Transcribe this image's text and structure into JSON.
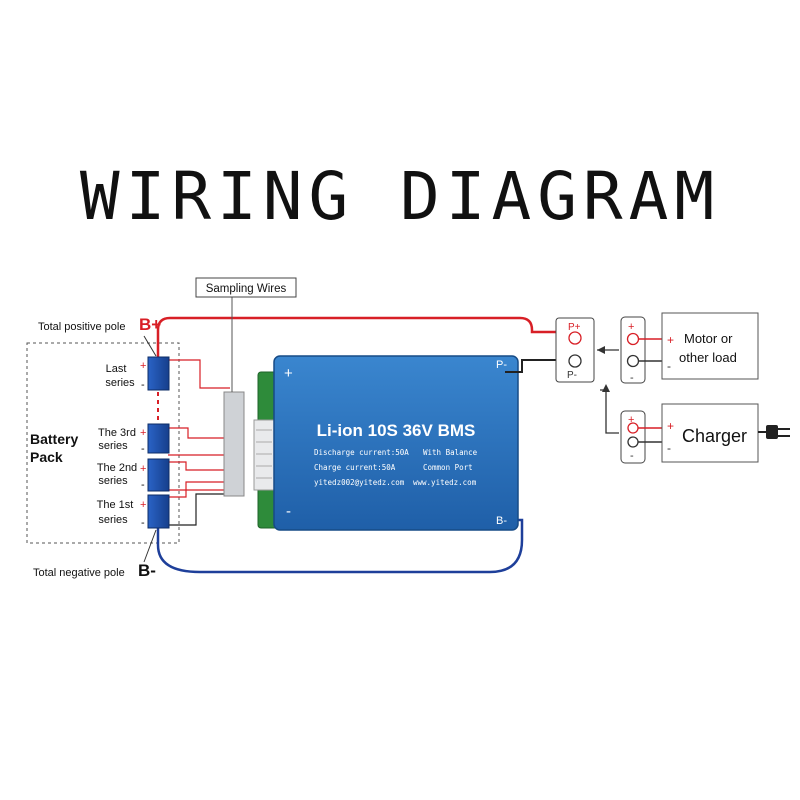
{
  "title": "WIRING DIAGRAM",
  "sampling_label": "Sampling Wires",
  "battery": {
    "pack_label_1": "Battery",
    "pack_label_2": "Pack",
    "total_positive": "Total positive pole",
    "total_negative": "Total negative pole",
    "b_plus": "B+",
    "b_minus": "B-",
    "cells": [
      {
        "line1": "Last",
        "line2": "series"
      },
      {
        "line1": "The 3rd",
        "line2": "series"
      },
      {
        "line1": "The 2nd",
        "line2": "series"
      },
      {
        "line1": "The 1st",
        "line2": "series"
      }
    ],
    "plus_sign": "+",
    "minus_sign": "-"
  },
  "bms": {
    "title": "Li-ion 10S 36V BMS",
    "spec_left_1": "Discharge current:50A",
    "spec_left_2": "Charge current:50A",
    "spec_left_3": "yitedz002@yitedz.com",
    "spec_right_1": "With Balance",
    "spec_right_2": "Common Port",
    "spec_right_3": "www.yitedz.com",
    "corner_plus": "+",
    "corner_minus": "-",
    "p_minus": "P-",
    "b_minus": "B-"
  },
  "connector": {
    "p_plus": "P+",
    "p_minus": "P-"
  },
  "load": {
    "label_1": "Motor or",
    "label_2": "other load",
    "plus": "+",
    "minus": "-"
  },
  "charger": {
    "label": "Charger",
    "plus": "+",
    "minus": "-"
  },
  "colors": {
    "red_wire": "#d81f26",
    "blue_wire": "#1e3f9a",
    "bms_blue": "#2a6db5",
    "cell_blue": "#1f55b5",
    "pcb_green": "#2e8b3a"
  }
}
